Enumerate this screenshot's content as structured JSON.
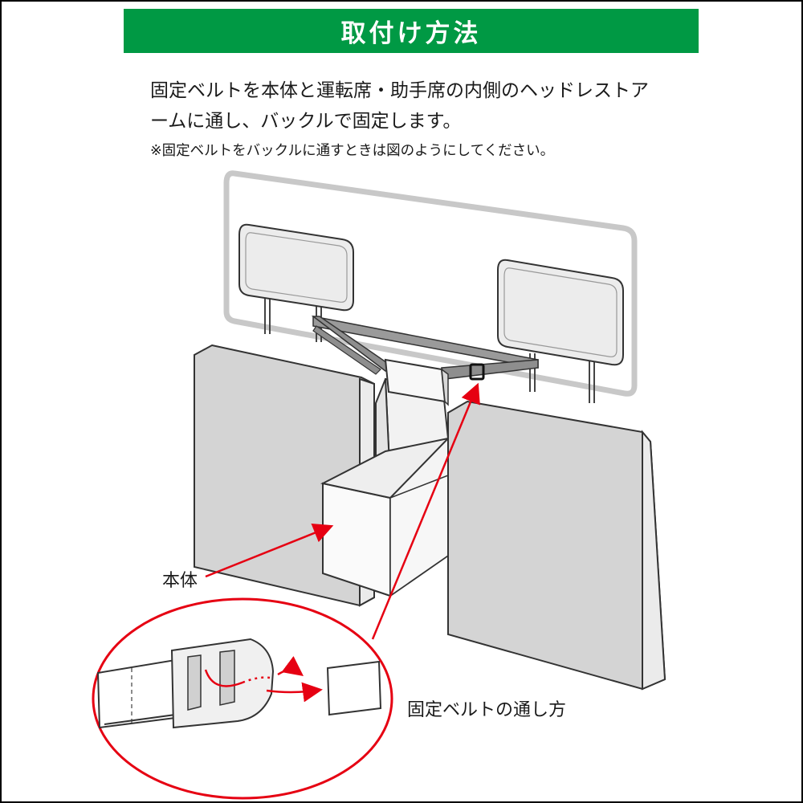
{
  "header": {
    "title": "取付け方法"
  },
  "instructions": {
    "line1": "固定ベルトを本体と運転席・助手席の内側のヘッドレストア",
    "line2": "ームに通し、バックルで固定します。",
    "note": "※固定ベルトをバックルに通すときは図のようにしてください。"
  },
  "labels": {
    "main_body": "本体",
    "belt_threading": "固定ベルトの通し方"
  },
  "colors": {
    "title_bar": "#009944",
    "seat_fill": "#d4d4d4",
    "outline": "#333333",
    "window_frame": "#c8c8c8",
    "callout": "#e60012"
  }
}
